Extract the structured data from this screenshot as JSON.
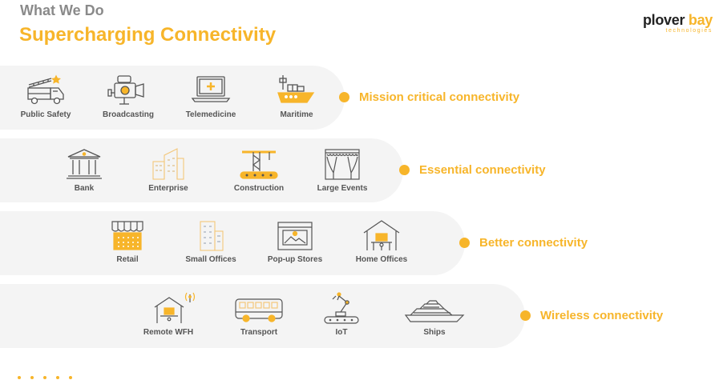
{
  "header": {
    "eyebrow": "What We Do",
    "title": "Supercharging Connectivity"
  },
  "logo": {
    "word1": "plover ",
    "word2": "bay",
    "tagline": "technologies"
  },
  "tiers": [
    {
      "label": "Mission critical connectivity",
      "items": [
        {
          "label": "Public Safety",
          "icon": "fire-truck-icon"
        },
        {
          "label": "Broadcasting",
          "icon": "video-camera-icon"
        },
        {
          "label": "Telemedicine",
          "icon": "laptop-medical-icon"
        },
        {
          "label": "Maritime",
          "icon": "cargo-ship-icon"
        }
      ]
    },
    {
      "label": "Essential connectivity",
      "items": [
        {
          "label": "Bank",
          "icon": "bank-building-icon"
        },
        {
          "label": "Enterprise",
          "icon": "office-buildings-icon"
        },
        {
          "label": "Construction",
          "icon": "crane-icon"
        },
        {
          "label": "Large Events",
          "icon": "stage-curtain-icon"
        }
      ]
    },
    {
      "label": "Better connectivity",
      "items": [
        {
          "label": "Retail",
          "icon": "storefront-icon"
        },
        {
          "label": "Small Offices",
          "icon": "small-office-icon"
        },
        {
          "label": "Pop-up Stores",
          "icon": "popup-store-icon"
        },
        {
          "label": "Home Offices",
          "icon": "home-office-icon"
        }
      ]
    },
    {
      "label": "Wireless connectivity",
      "items": [
        {
          "label": "Remote WFH",
          "icon": "remote-home-antenna-icon"
        },
        {
          "label": "Transport",
          "icon": "bus-icon"
        },
        {
          "label": "IoT",
          "icon": "robot-arm-icon"
        },
        {
          "label": "Ships",
          "icon": "yacht-icon"
        }
      ]
    }
  ],
  "colors": {
    "accent": "#f7b52a",
    "muted_text": "#8a8a8a",
    "band": "#f4f4f4",
    "icon_stroke": "#555555"
  },
  "pager": {
    "count": 5
  }
}
